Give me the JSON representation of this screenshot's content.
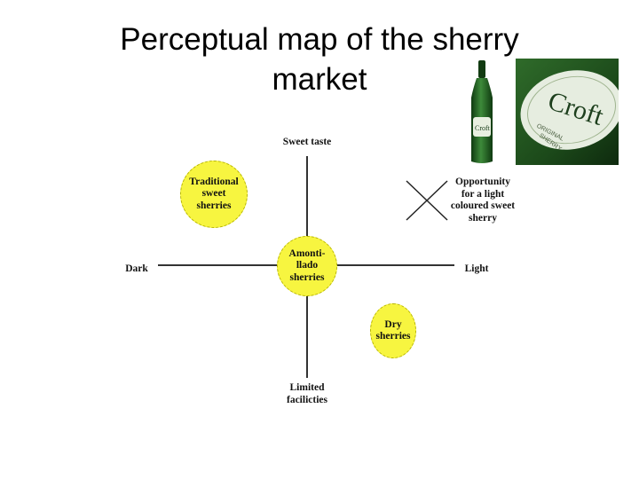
{
  "title": {
    "line1": "Perceptual map of the sherry",
    "line2": "market"
  },
  "photo": {
    "label_logo": "Croft",
    "label_sub": "ORIGINAL",
    "label_sub2": "SHERRY",
    "bottle_label": "Croft",
    "colors": {
      "bottle": "#1f5a1f",
      "label": "#e8efe0",
      "logo": "#1d3f1d"
    }
  },
  "axes": {
    "top": "Sweet taste",
    "bottom_line1": "Limited",
    "bottom_line2": "facilicties",
    "left": "Dark",
    "right": "Light"
  },
  "bubbles": [
    {
      "id": "traditional",
      "text": "Traditional\nsweet\nsherries"
    },
    {
      "id": "amontillado",
      "text": "Amonti-\nllado\nsherries"
    },
    {
      "id": "dry",
      "text": "Dry\nsherries"
    }
  ],
  "opportunity": {
    "text": "Opportunity\nfor a light\ncoloured sweet\nsherry"
  },
  "colors": {
    "bubble": "#f7f540",
    "axis": "#333333"
  }
}
